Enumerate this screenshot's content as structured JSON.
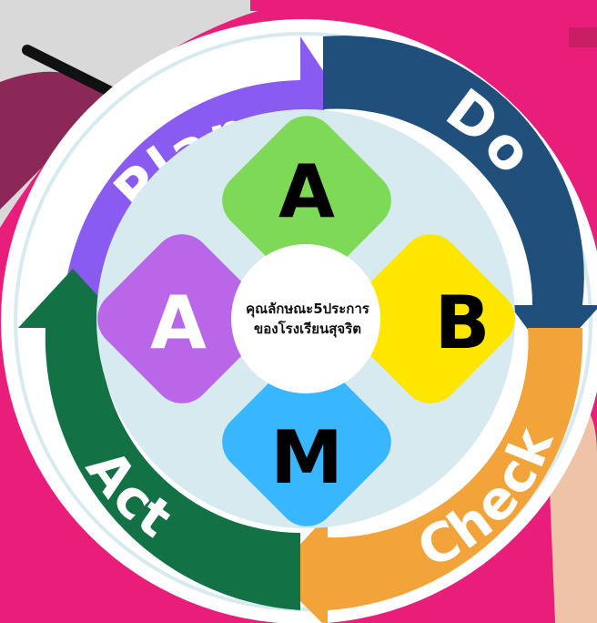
{
  "cycle": {
    "plan": "Plan",
    "do": "Do",
    "check": "Check",
    "act": "Act"
  },
  "petals": {
    "top": "A",
    "right": "B",
    "bottom": "M",
    "left": "A"
  },
  "center": {
    "line1": "คุณลักษณะ5ประการ",
    "line2": "ของโรงเรียนสุจริต"
  },
  "colors": {
    "plan": "#8a5bf0",
    "do": "#1f4f7a",
    "check": "#f2a33a",
    "act": "#137245",
    "petal_top": "#7ed957",
    "petal_right": "#ffe600",
    "petal_bottom": "#38b6ff",
    "petal_left": "#b966e8",
    "background": "#e91e7a"
  }
}
